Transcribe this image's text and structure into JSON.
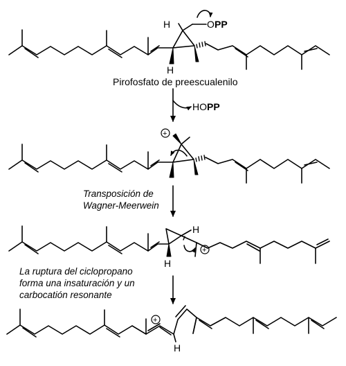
{
  "colors": {
    "ink": "#000000",
    "background": "#ffffff"
  },
  "compound1": {
    "name": "Pirofosfato de preescualenilo",
    "leaving_group_o": "O",
    "leaving_group_pp": "PP",
    "h_top": "H",
    "h_bottom": "H"
  },
  "step1": {
    "byproduct_ho": "HO",
    "byproduct_pp": "PP"
  },
  "compound2": {
    "charge": "+"
  },
  "step2": {
    "note_lines": [
      "Transposición de",
      "Wagner-Meerwein"
    ]
  },
  "compound3": {
    "h_right": "H",
    "h_bottom": "H",
    "charge": "+"
  },
  "step3": {
    "note_lines": [
      "La ruptura del ciclopropano",
      "forma una insaturación y un",
      "carbocatión resonante"
    ]
  },
  "compound4": {
    "charge": "+",
    "h_bottom": "H"
  }
}
